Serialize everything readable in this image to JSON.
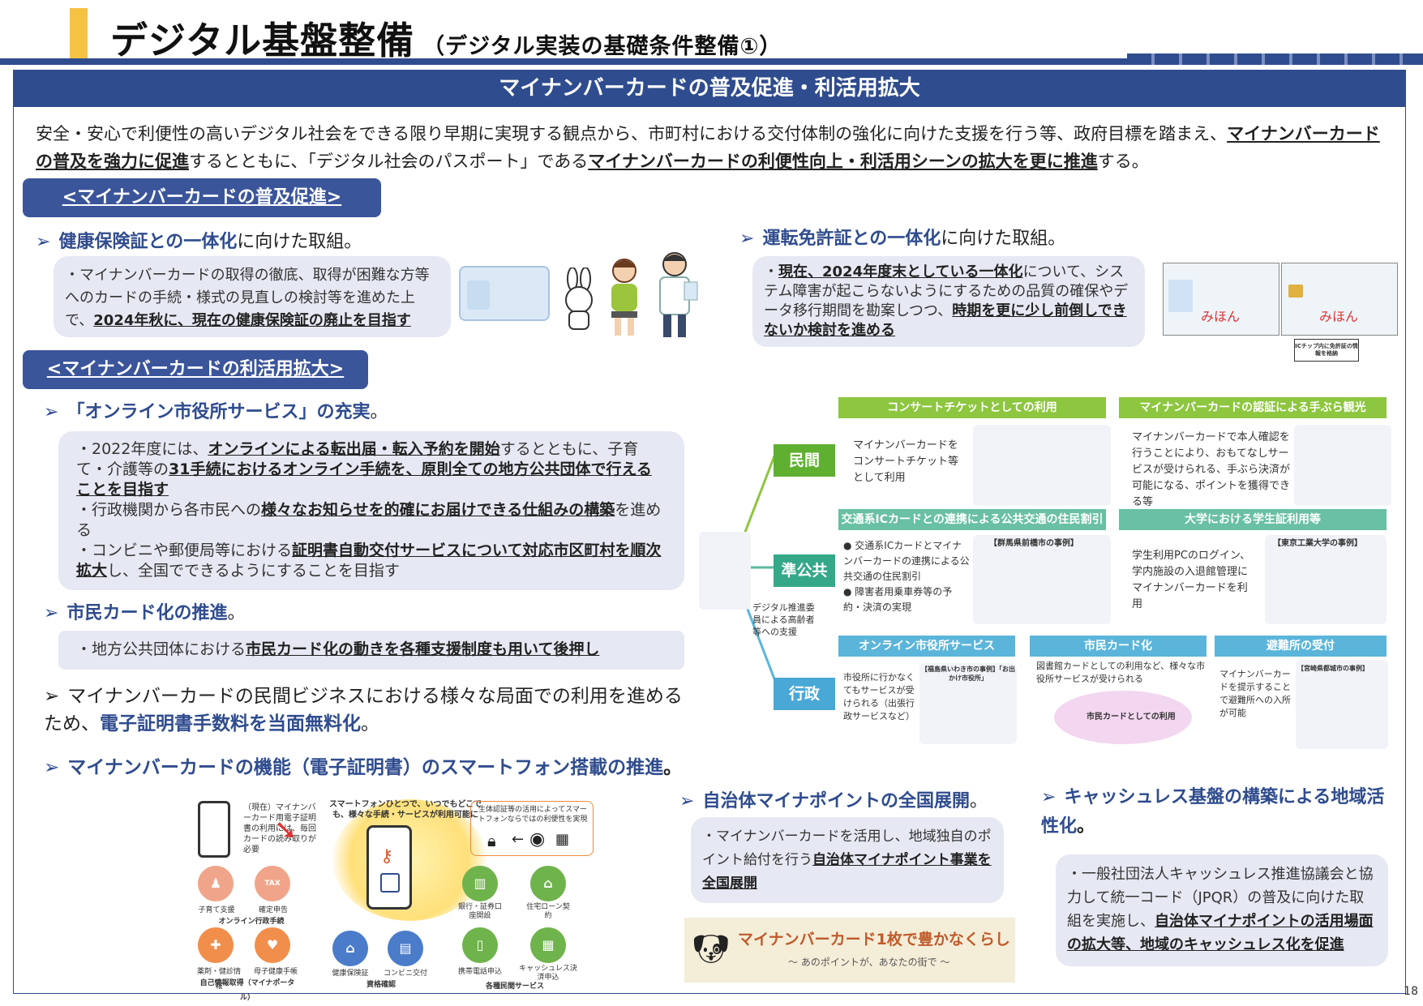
{
  "header": {
    "title": "デジタル基盤整備",
    "subtitle": "（デジタル実装の基礎条件整備①）"
  },
  "band_title": "マイナンバーカードの普及促進・利活用拡大",
  "intro": {
    "p1": "安全・安心で利便性の高いデジタル社会をできる限り早期に実現する観点から、市町村における交付体制の強化に向けた支援を行う等、政府目標を踏まえ、",
    "p1_u": "マイナンバーカードの普及を強力に促進",
    "p2": "するとともに、「デジタル社会のパスポート」である",
    "p2_u": "マイナンバーカードの利便性向上・利活用シーンの拡大を更に推進",
    "p3": "する。"
  },
  "left": {
    "sec1": "<マイナンバーカードの普及促進>",
    "b1_bold": "健康保険証との一体化",
    "b1_rest": "に向けた取組。",
    "box1_a": "・マイナンバーカードの取得の徹底、取得が困難な方等へのカードの手続・様式の見直しの検討等を進めた上で、",
    "box1_u": "2024年秋に、現在の健康保険証の廃止を目指す",
    "sec2": "<マイナンバーカードの利活用拡大>",
    "b2_bold": "「オンライン市役所サービス」の充実",
    "b2_rest": "。",
    "box2_1a": "・2022年度には、",
    "box2_1u": "オンラインによる転出届・転入予約を開始",
    "box2_1b": "するとともに、子育て・介護等の",
    "box2_1u2": "31手続におけるオンライン手続を、原則全ての地方公共団体で行えることを目指す",
    "box2_2a": "・行政機関から各市民への",
    "box2_2u": "様々なお知らせを的確にお届けできる仕組みの構築",
    "box2_2b": "を進める",
    "box2_3a": "・コンビニや郵便局等における",
    "box2_3u": "証明書自動交付サービスについて対応市区町村を順次拡大",
    "box2_3b": "し、全国でできるようにすることを目指す",
    "b3_bold": "市民カード化の推進",
    "b3_rest": "。",
    "box3_a": "・地方公共団体における",
    "box3_u": "市民カード化の動きを各種支援制度も用いて後押し",
    "b4_a": "マイナンバーカードの民間ビジネスにおける様々な局面での利用を進めるため、",
    "b4_bold": "電子証明書手数料を当面無料化",
    "b4_rest": "。",
    "b5_bold": "マイナンバーカードの機能（電子証明書）のスマートフォン搭載の推進",
    "b5_rest": "。"
  },
  "right": {
    "b1_bold": "運転免許証との一体化",
    "b1_rest": "に向けた取組。",
    "box1_a": "・",
    "box1_u1": "現在、2024年度末としている一体化",
    "box1_b": "について、システム障害が起こらないようにするための品質の確保やデータ移行期間を勘案しつつ、",
    "box1_u2": "時期を更に少し前倒しできないか検討を進める",
    "card_note": "ICチップ内に免許証の情報を格納",
    "card_name": "みほん"
  },
  "diagram": {
    "cat_private": "民間",
    "cat_semi": "準公共",
    "cat_gov": "行政",
    "left_caption": "デジタル推進委員による高齢者等への支援",
    "h1": "コンサートチケットとしての利用",
    "h2": "マイナンバーカードの認証による手ぶら観光",
    "h3": "交通系ICカードとの連携による公共交通の住民割引",
    "h4": "大学における学生証利用等",
    "h5": "オンライン市役所サービス",
    "h6": "市民カード化",
    "h7": "避難所の受付",
    "t1": "マイナンバーカードをコンサートチケット等として利用",
    "t2": "マイナンバーカードで本人確認を行うことにより、おもてなしサービスが受けられる、手ぶら決済が可能になる、ポイントを獲得できる等",
    "t3a": "● 交通系ICカードとマイナンバーカードの連携による公共交通の住民割引",
    "t3b": "● 障害者用乗車券等の予約・決済の実現",
    "t3_label": "【群馬県前橋市の事例】",
    "t4": "学生利用PCのログイン、学内施設の入退館管理にマイナンバーカードを利用",
    "t4_label": "【東京工業大学の事例】",
    "t5": "市役所に行かなくてもサービスが受けられる（出張行政サービスなど）",
    "t5_label": "【福島県いわき市の事例】「お出かけ市役所」",
    "t6": "図書館カードとしての利用など、様々な市役所サービスが受けられる",
    "t6_center": "市民カードとしての利用",
    "t7": "マイナンバーカードを提示することで避難所への入所が可能",
    "t7_label": "【宮崎県都城市の事例】"
  },
  "smartphone": {
    "note1": "（現在）マイナンバーカード用電子証明書の利用には、毎回カードの読み取りが必要",
    "center": "スマートフォンひとつで、いつでもどこでも、様々な手続・サービスが利用可能に",
    "note2": "生体認証等の活用によってスマートフォンならではの利便性を実現",
    "i1": "子育て支援",
    "i2": "確定申告",
    "i3": "薬剤・健診情報",
    "i4": "母子健康手帳",
    "i5": "健康保険証",
    "i6": "コンビニ交付",
    "i7": "銀行・証券口座開設",
    "i8": "住宅ローン契約",
    "i9": "携帯電話申込",
    "i10": "キャッシュレス決済申込",
    "g1": "オンライン行政手続",
    "g2": "自己情報取得（マイナポータル）",
    "g3": "資格確認",
    "g4": "各種民間サービス",
    "tax": "TAX"
  },
  "bottom": {
    "b6_bold": "自治体マイナポイントの全国展開",
    "b6_rest": "。",
    "box6_a": "・マイナンバーカードを活用し、地域独自のポイント給付を行う",
    "box6_u": "自治体マイナポイント事業を全国展開",
    "banner_main": "マイナンバーカード1枚で豊かなくらし",
    "banner_sub": "～ あのポイントが、あなたの街で ～",
    "b7_bold": "キャッシュレス基盤の構築による地域活性化",
    "b7_rest": "。",
    "box7_a": "・一般社団法人キャッシュレス推進協議会と協力して統一コード（JPQR）の普及に向けた取組を実施し、",
    "box7_u": "自治体マイナポイントの活用場面の拡大等、地域のキャッシュレス化を促進"
  },
  "page_number": "18",
  "colors": {
    "navy": "#2f4c8e",
    "accent": "#f6c243",
    "green": "#8dc63f",
    "teal": "#69c0a4",
    "cyan": "#5bb5db"
  }
}
